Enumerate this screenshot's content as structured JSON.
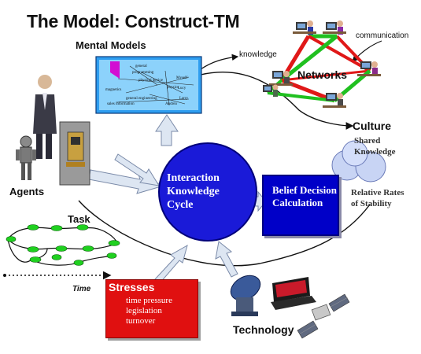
{
  "title": "The Model:  Construct-TM",
  "mental_models": {
    "label": "Mental Models",
    "words": [
      "general",
      "programming",
      "physics",
      "Myself",
      "Lucy",
      "Larry",
      "magnetics",
      "general engineering",
      "sales information",
      "Andrea",
      "physical device"
    ]
  },
  "knowledge_label": "knowledge",
  "communication_label": "communication",
  "networks_label": "Networks",
  "culture": {
    "label": "Culture",
    "shared": "Shared Knowledge",
    "rates": "Relative Rates of Stability"
  },
  "agents_label": "Agents",
  "task_label": "Task",
  "time_label": "Time",
  "cycle": {
    "text": "Interaction Knowledge Cycle",
    "color": "#1a1ad8"
  },
  "belief": {
    "text": "Belief Decision Calculation",
    "color": "#0000c8"
  },
  "stresses": {
    "title": "Stresses",
    "items": [
      "time pressure",
      "legislation",
      "turnover"
    ],
    "color": "#e01010"
  },
  "technology_label": "Technology",
  "colors": {
    "network_red": "#e01818",
    "network_green": "#20c020",
    "arrow_fill": "#dde6f2",
    "task_node": "#20d020"
  },
  "icons": [
    "robot-icon",
    "person-icon",
    "atm-icon",
    "computer-user-icon",
    "satellite-dish-icon",
    "laptop-icon",
    "satellite-icon"
  ]
}
